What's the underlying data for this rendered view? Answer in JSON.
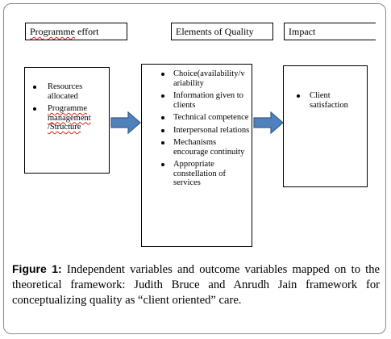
{
  "headers": {
    "programme": {
      "misspelled": "Programme",
      "rest": " effort"
    },
    "quality": "Elements of Quality",
    "impact": "Impact"
  },
  "column_programme": {
    "items": [
      "Resources allocated",
      "Programme management /Structure"
    ]
  },
  "column_quality": {
    "items": [
      "Choice(availability/v ariability",
      "Information given to clients",
      "Technical competence",
      "Interpersonal relations",
      "Mechanisms encourage continuity",
      "Appropriate constellation of services"
    ]
  },
  "column_impact": {
    "items": [
      "Client satisfaction"
    ]
  },
  "caption": {
    "label": "Figure 1:",
    "text": "Independent variables and outcome variables mapped on to the theoretical framework: Judith Bruce and Anrudh Jain framework for conceptualizing quality as “client oriented” care."
  },
  "colors": {
    "arrow_fill": "#4f81bd",
    "arrow_stroke": "#385d8a",
    "frame_border": "#8a8a8a"
  }
}
